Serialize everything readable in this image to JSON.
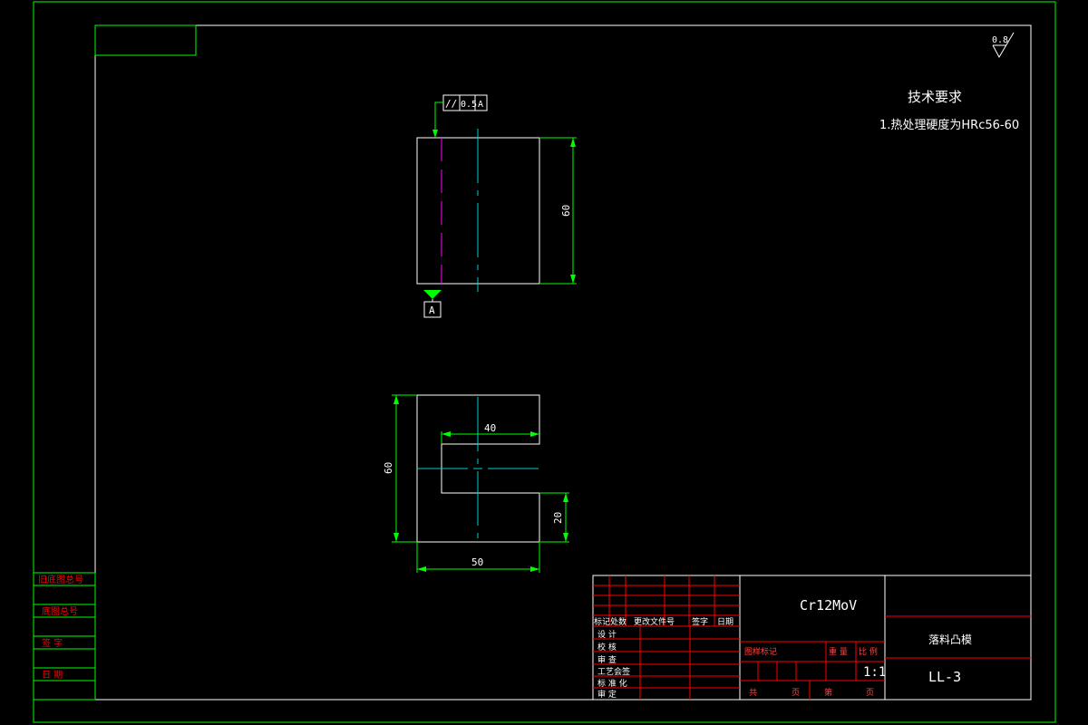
{
  "colors": {
    "background": "#000000",
    "frame": "#00ff00",
    "outline": "#ffffff",
    "centerline": "#00cccc",
    "hidden_line": "#ff00ff",
    "title_block_grid": "#ff0000",
    "title_block_text": "#ff4444",
    "dimension": "#00ff00",
    "text": "#ffffff",
    "left_labels": "#ff0000"
  },
  "surface_finish": {
    "value": "0.8"
  },
  "tech_requirements": {
    "title": "技术要求",
    "item1": "1.热处理硬度为HRc56-60"
  },
  "tolerance_frame": {
    "symbol": "//",
    "value": "0.5",
    "datum": "A"
  },
  "datum_label": "A",
  "dimensions": {
    "top_view_height": "60",
    "front_height": "60",
    "slot_width": "40",
    "bottom_height": "20",
    "width": "50"
  },
  "left_strip": {
    "row1": "旧底图总号",
    "row2": "底图总号",
    "row3": "签   字",
    "row4": "日   期"
  },
  "title_block": {
    "material": "Cr12MoV",
    "part_name": "落料凸模",
    "drawing_number": "LL-3",
    "scale": "1:1",
    "header_mark": "标记",
    "header_count": "处数",
    "header_doc": "更改文件号",
    "header_sign": "签字",
    "header_date": "日期",
    "role_design": "设   计",
    "role_check": "校   核",
    "role_review": "审   查",
    "role_process": "工艺会签",
    "role_standard": "标 准 化",
    "role_approve": "审   定",
    "label_mark": "图样标记",
    "label_weight": "重 量",
    "label_scale": "比 例",
    "label_total": "共",
    "label_sheet_unit": "页",
    "label_sheet": "第",
    "label_sheet_unit2": "页"
  }
}
